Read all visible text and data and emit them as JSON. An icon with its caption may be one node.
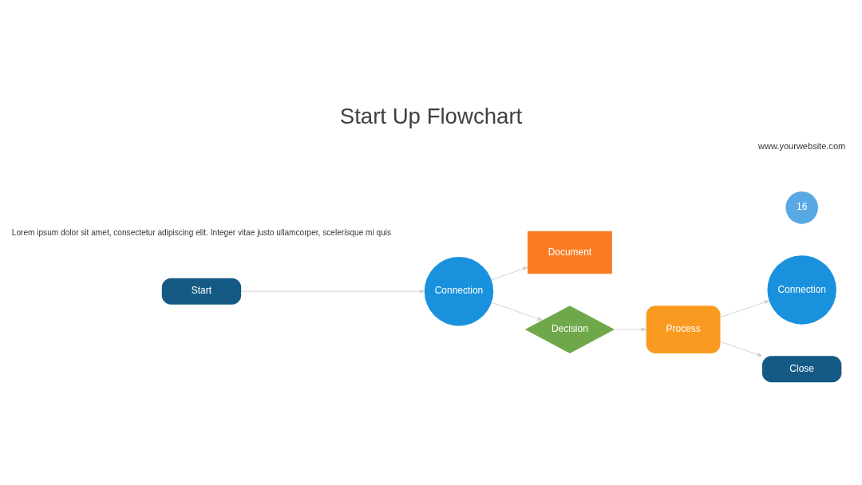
{
  "diagram": {
    "title": "Start Up Flowchart",
    "nodes": [
      {
        "text": [
          "Start"
        ]
      },
      {
        "text": [
          "Connection"
        ]
      },
      {
        "text": [
          "Document"
        ]
      },
      {
        "text": [
          "Decision"
        ]
      },
      {
        "text": [
          "Process"
        ]
      },
      {
        "text": [
          "Connection"
        ]
      },
      {
        "text": [
          "Close"
        ]
      },
      {
        "text": [
          "16"
        ]
      }
    ],
    "edges": [
      {
        "from": 0,
        "to": 1,
        "arrow": "to"
      },
      {
        "from": 1,
        "to": 2,
        "arrow": "to"
      },
      {
        "from": 1,
        "to": 3,
        "arrow": "to"
      },
      {
        "from": 3,
        "to": 4,
        "arrow": "to"
      },
      {
        "from": 4,
        "to": 5,
        "arrow": "to"
      },
      {
        "from": 4,
        "to": 6,
        "arrow": "to"
      }
    ],
    "labels": [
      "Lorem ipsum dolor sit amet, consectetur adipiscing elit. Integer vitae justo ullamcorper, scelerisque mi quis",
      "www.yourwebsite.com"
    ]
  }
}
